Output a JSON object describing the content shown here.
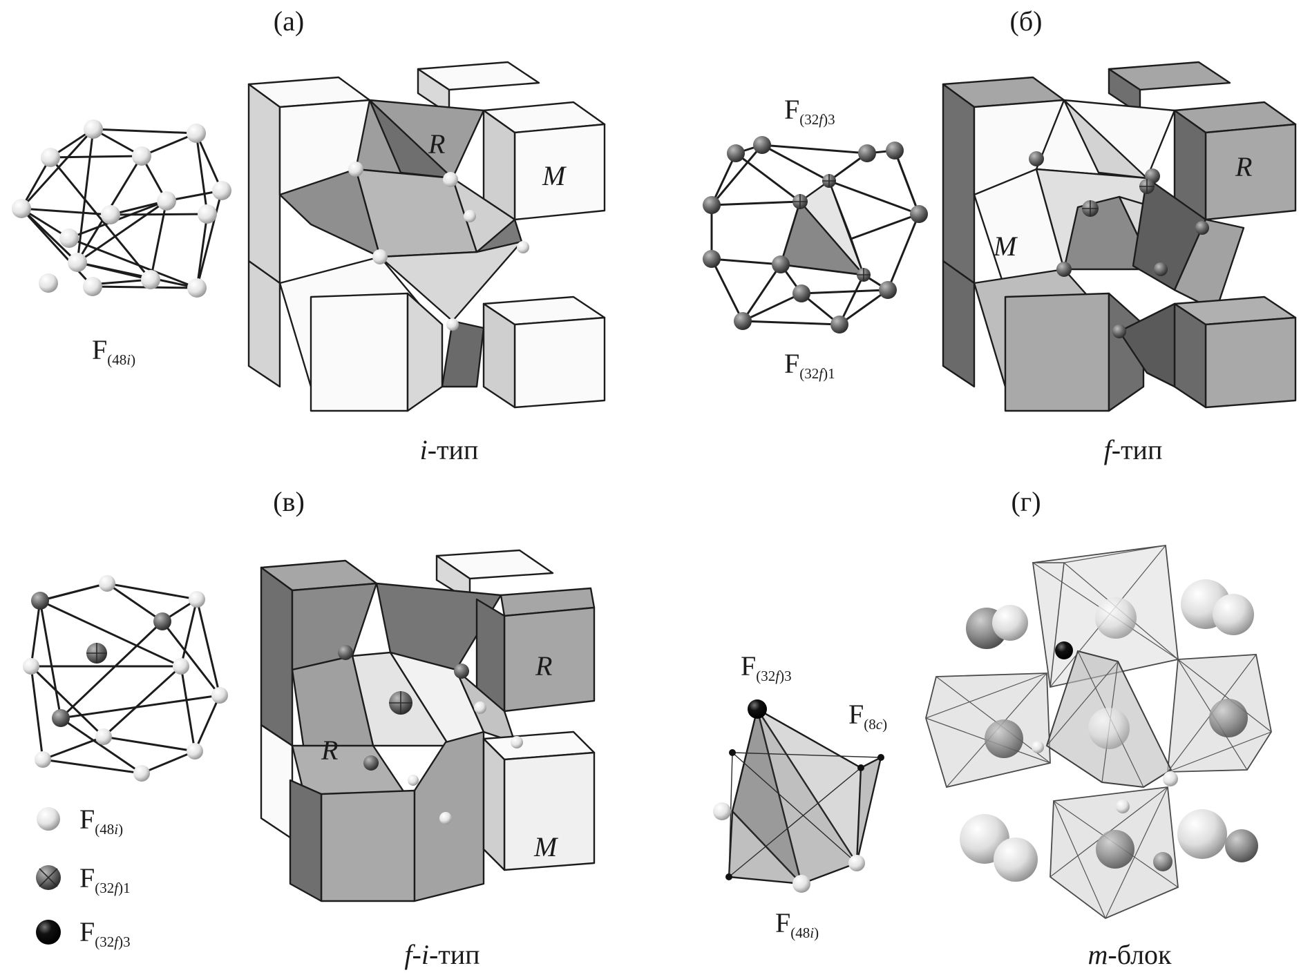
{
  "panels": {
    "a": {
      "label": "(а)",
      "caption_italic": "i",
      "caption_rest": "-тип",
      "cluster_symbol": "F",
      "cluster_sub_num": "(48",
      "cluster_sub_ital": "i",
      "cluster_sub_close": ")",
      "block_R": "R",
      "block_M": "M"
    },
    "b": {
      "label": "(б)",
      "caption_italic": "f",
      "caption_rest": "-тип",
      "top_symbol": "F",
      "top_sub_a": "(32",
      "top_sub_ital": "f",
      "top_sub_b": ")3",
      "bottom_symbol": "F",
      "bottom_sub_a": "(32",
      "bottom_sub_ital": "f",
      "bottom_sub_b": ")1",
      "block_R": "R",
      "block_M": "M"
    },
    "c": {
      "label": "(в)",
      "caption_italic_1": "f",
      "caption_dash": "-",
      "caption_italic_2": "i",
      "caption_rest": "-тип",
      "block_R_top": "R",
      "block_R_left": "R",
      "block_M": "M"
    },
    "d": {
      "label": "(г)",
      "caption_italic": "m",
      "caption_rest": "-блок",
      "f32f3_symbol": "F",
      "f32f3_sub_a": "(32",
      "f32f3_sub_ital": "f",
      "f32f3_sub_b": ")3",
      "f8c_symbol": "F",
      "f8c_sub_a": "(8",
      "f8c_sub_ital": "c",
      "f8c_sub_b": ")",
      "f48i_symbol": "F",
      "f48i_sub_a": "(48",
      "f48i_sub_ital": "i",
      "f48i_sub_b": ")"
    }
  },
  "legend": {
    "items": [
      {
        "symbol": "F",
        "sub_a": "(48",
        "sub_ital": "i",
        "sub_b": ")",
        "marker": "white-sphere"
      },
      {
        "symbol": "F",
        "sub_a": "(32",
        "sub_ital": "f",
        "sub_b": ")1",
        "marker": "crossed-gray-sphere"
      },
      {
        "symbol": "F",
        "sub_a": "(32",
        "sub_ital": "f",
        "sub_b": ")3",
        "marker": "black-sphere"
      }
    ]
  },
  "colors": {
    "white_face": "#fafafa",
    "light_face": "#d4d4d4",
    "mid_face": "#a9a9a9",
    "dark_face": "#6f6f6f"
  }
}
